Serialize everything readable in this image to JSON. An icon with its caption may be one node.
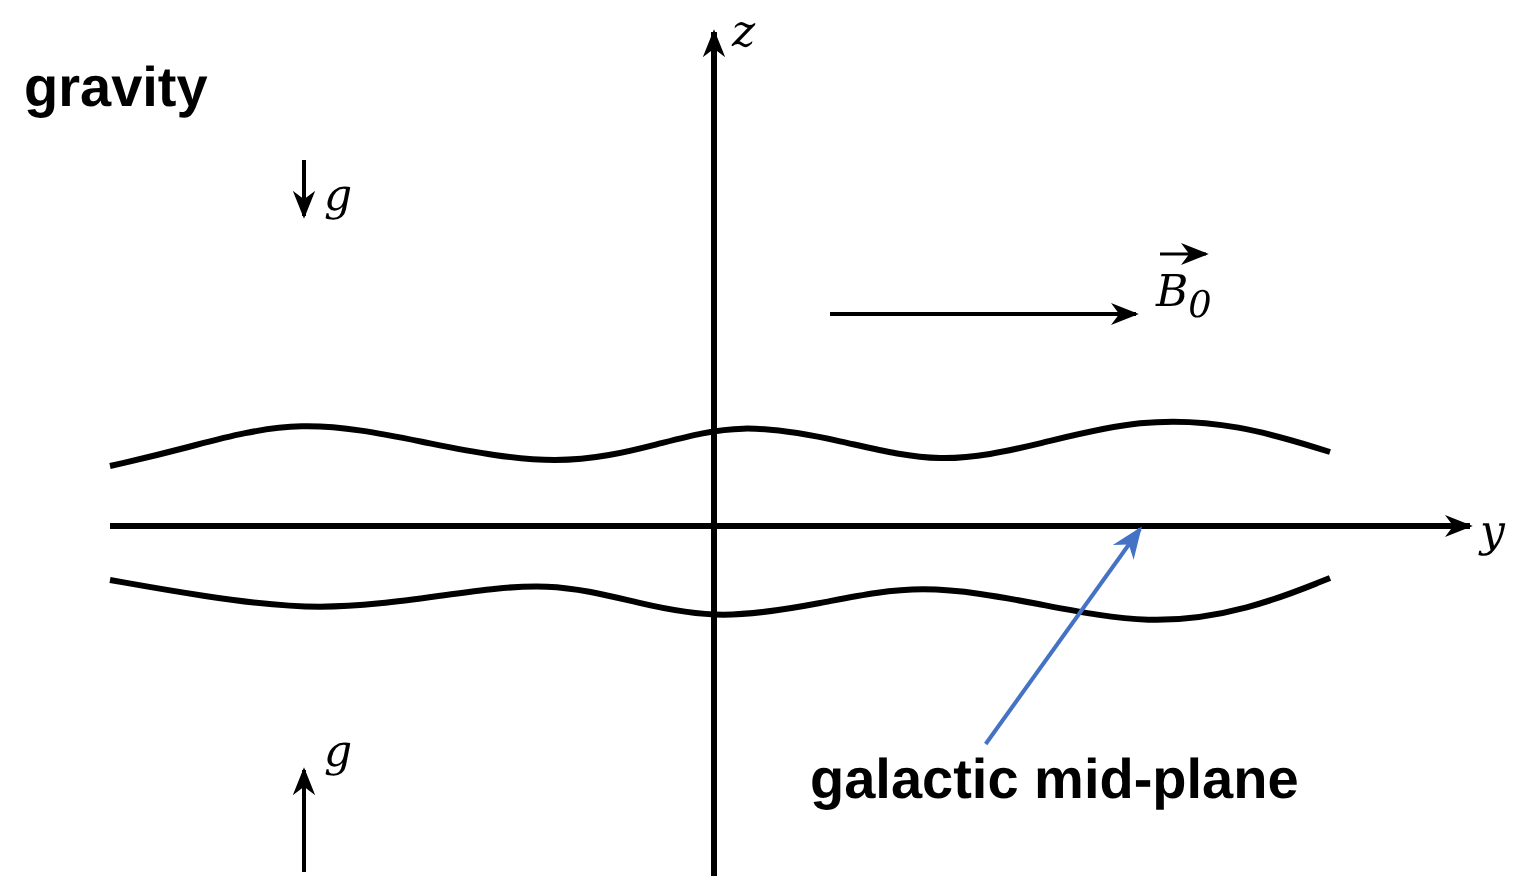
{
  "diagram": {
    "nodes": [
      {
        "text": [
          "galactic mid-plane"
        ]
      },
      {
        "text": [],
        "shape": "bar"
      }
    ],
    "edges": [
      {
        "from": 0,
        "to": 1,
        "arrow": "to",
        "color": "#4472c4"
      }
    ],
    "labels": [
      "gravity",
      "z",
      "g",
      "B$_{0}$",
      "y",
      "g"
    ]
  }
}
